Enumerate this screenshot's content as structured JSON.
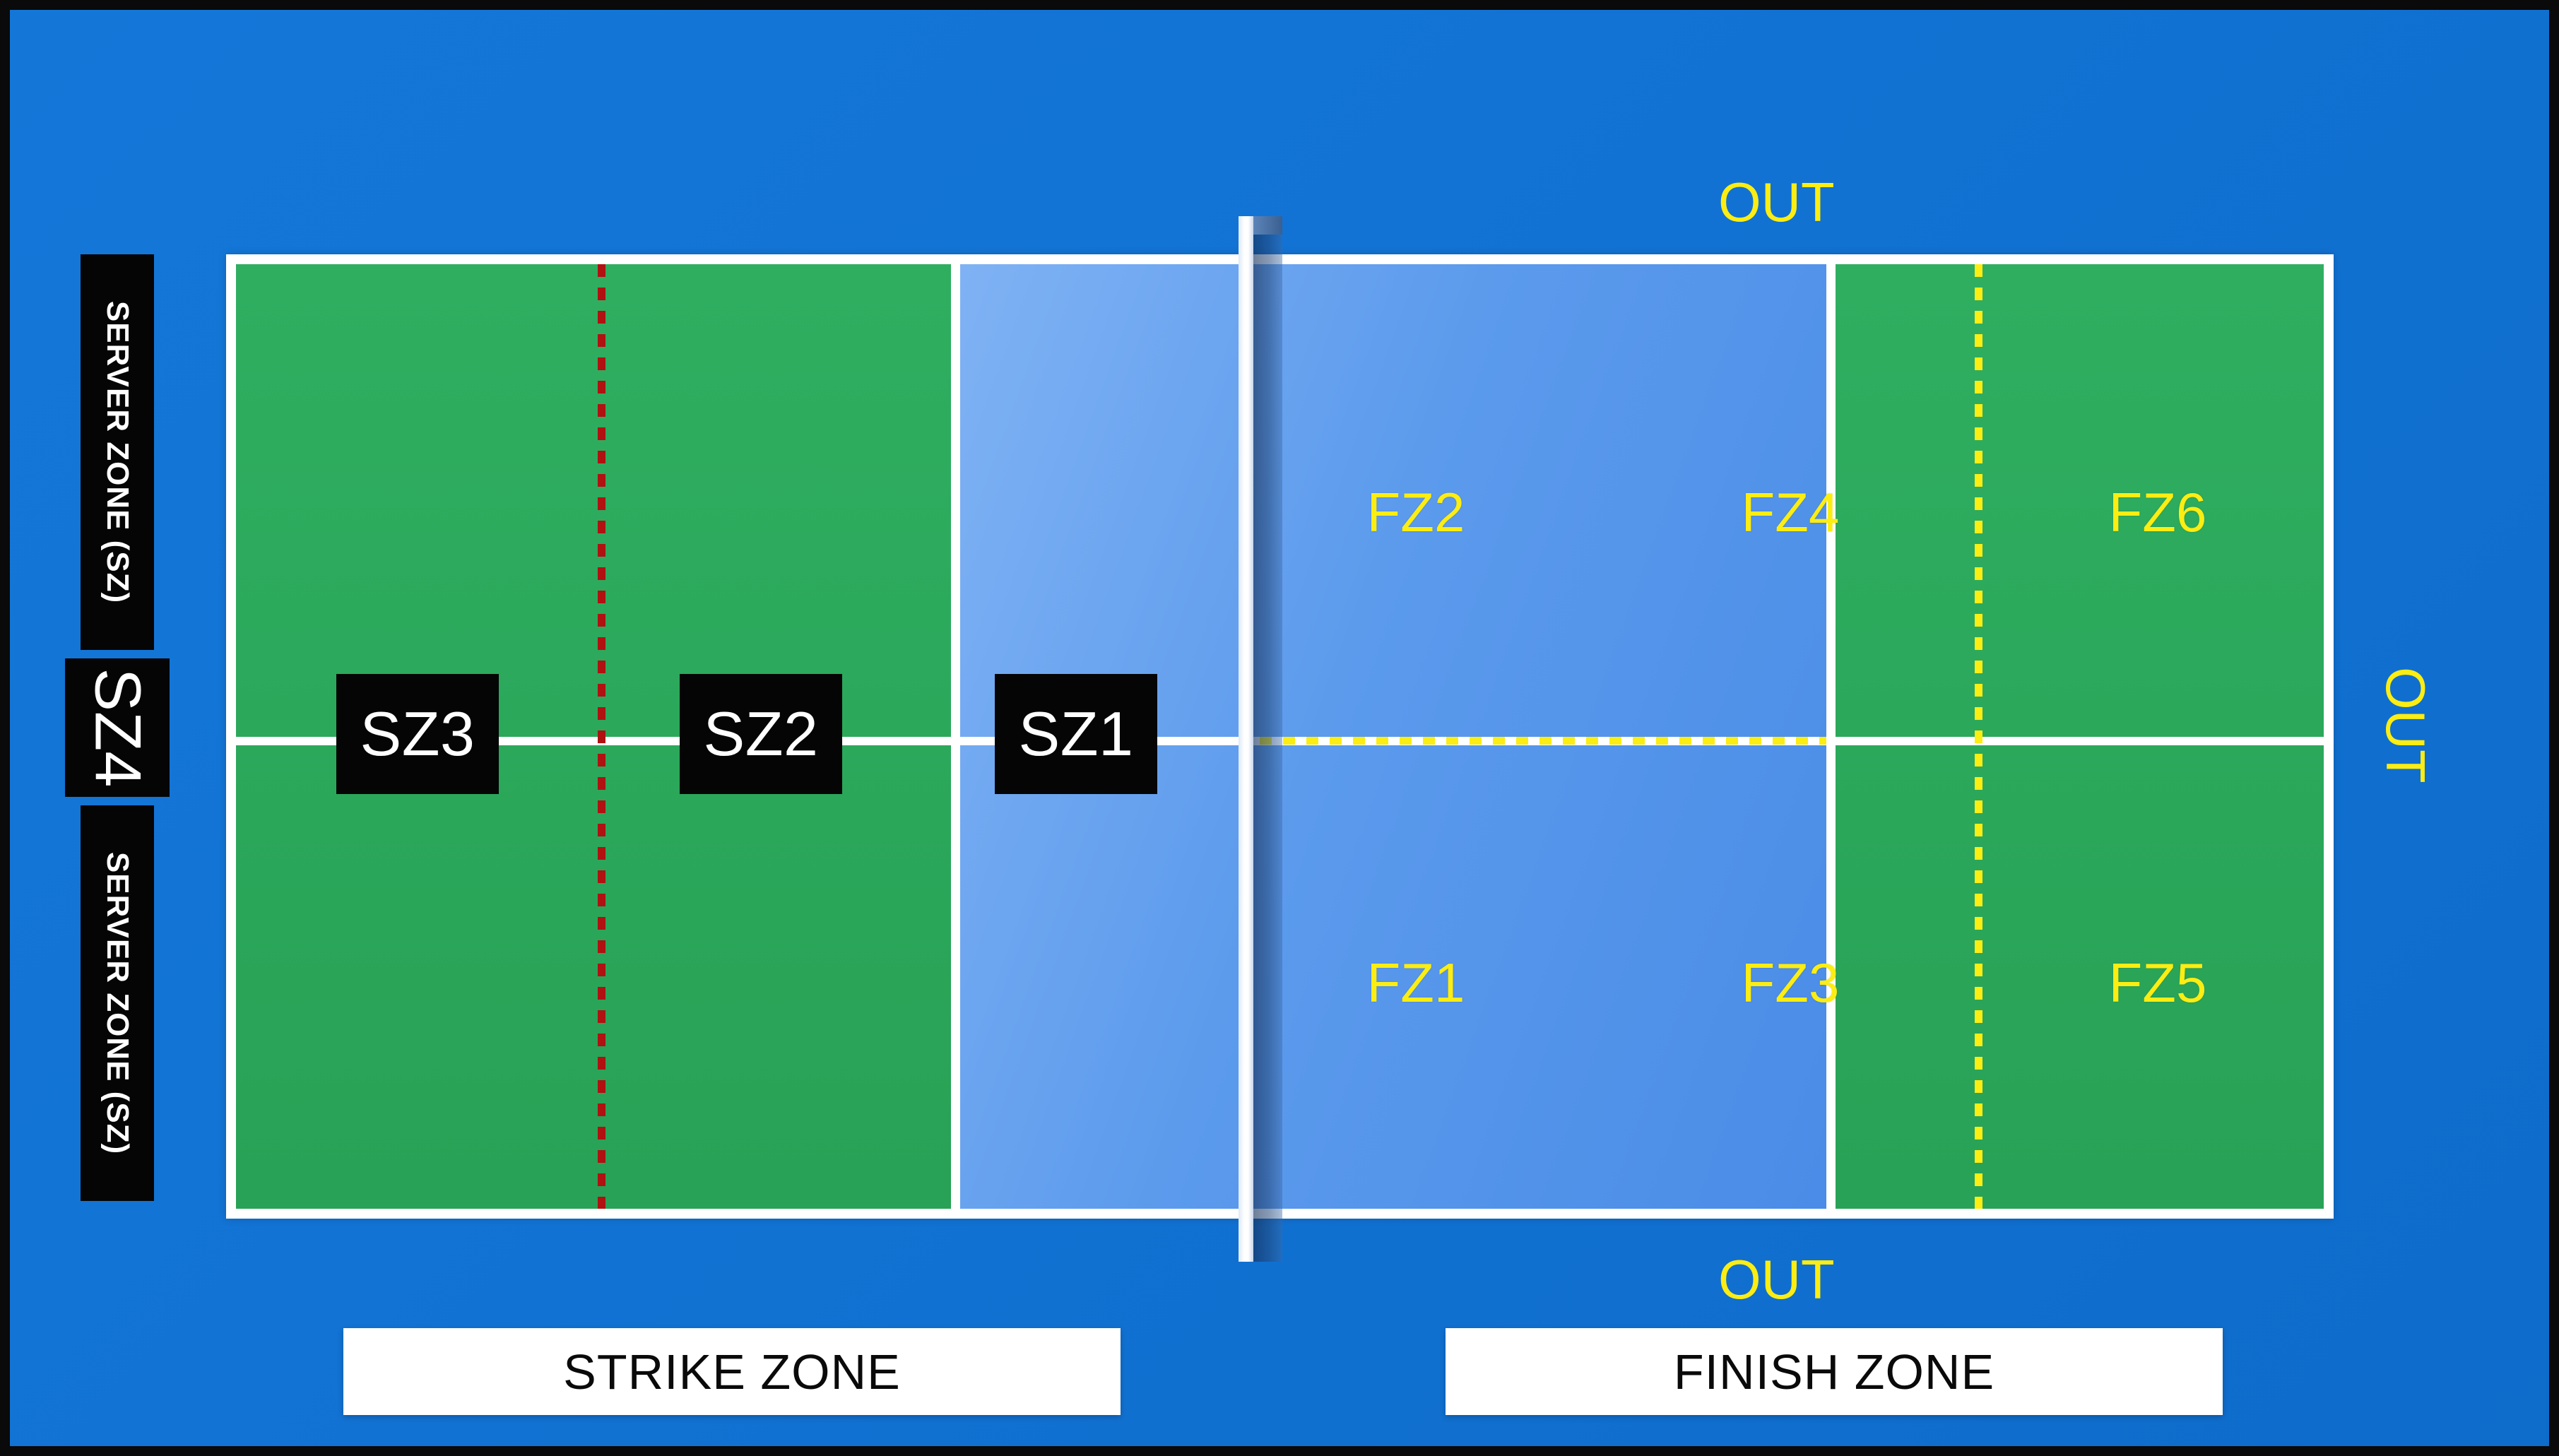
{
  "diagram": {
    "title": "Pickleball court zone map",
    "background_color": "#1273d4",
    "court_line_color": "#ffffff",
    "green_surface_color": "#2aa85a",
    "blue_surface_color": "#5596ea",
    "accent_yellow": "#fced12",
    "accent_red": "#b01111",
    "chip_background": "#050505"
  },
  "server_side": {
    "side_labels": [
      {
        "id": "sz-top",
        "text": "SERVER ZONE (SZ)"
      },
      {
        "id": "sz4",
        "text": "SZ4"
      },
      {
        "id": "sz-bottom",
        "text": "SERVER ZONE (SZ)"
      }
    ],
    "zone_chips": [
      {
        "id": "sz3",
        "text": "SZ3"
      },
      {
        "id": "sz2",
        "text": "SZ2"
      },
      {
        "id": "sz1",
        "text": "SZ1"
      }
    ]
  },
  "finish_side": {
    "zone_labels": [
      {
        "id": "fz2",
        "text": "FZ2"
      },
      {
        "id": "fz4",
        "text": "FZ4"
      },
      {
        "id": "fz6",
        "text": "FZ6"
      },
      {
        "id": "fz1",
        "text": "FZ1"
      },
      {
        "id": "fz3",
        "text": "FZ3"
      },
      {
        "id": "fz5",
        "text": "FZ5"
      }
    ],
    "out_labels": [
      {
        "id": "out-top",
        "text": "OUT"
      },
      {
        "id": "out-right",
        "text": "OUT"
      },
      {
        "id": "out-bottom",
        "text": "OUT"
      }
    ]
  },
  "footer": {
    "bars": [
      {
        "id": "strike-zone",
        "text": "STRIKE ZONE"
      },
      {
        "id": "finish-zone",
        "text": "FINISH ZONE"
      }
    ]
  },
  "chart_data": {
    "type": "diagram",
    "title": "Pickleball court zone map",
    "regions": [
      {
        "name": "SZ3",
        "side": "server",
        "surface": "green",
        "half": "both"
      },
      {
        "name": "SZ2",
        "side": "server",
        "surface": "green",
        "half": "both"
      },
      {
        "name": "SZ1",
        "side": "server",
        "surface": "blue",
        "half": "both"
      },
      {
        "name": "SZ4",
        "side": "server",
        "surface": "edge",
        "half": "middle"
      },
      {
        "name": "FZ2",
        "side": "finish",
        "surface": "blue",
        "half": "top"
      },
      {
        "name": "FZ1",
        "side": "finish",
        "surface": "blue",
        "half": "bottom"
      },
      {
        "name": "FZ4",
        "side": "finish",
        "surface": "green",
        "half": "top"
      },
      {
        "name": "FZ3",
        "side": "finish",
        "surface": "green",
        "half": "bottom"
      },
      {
        "name": "FZ6",
        "side": "finish",
        "surface": "green",
        "half": "top"
      },
      {
        "name": "FZ5",
        "side": "finish",
        "surface": "green",
        "half": "bottom"
      }
    ],
    "markings": [
      {
        "name": "red-dashed-vertical",
        "color": "#b01111",
        "side": "server"
      },
      {
        "name": "yellow-dashed-vertical",
        "color": "#fced12",
        "side": "finish"
      },
      {
        "name": "yellow-dashed-horizontal",
        "color": "#fced12",
        "side": "finish"
      },
      {
        "name": "net",
        "color": "#ffffff"
      }
    ]
  }
}
